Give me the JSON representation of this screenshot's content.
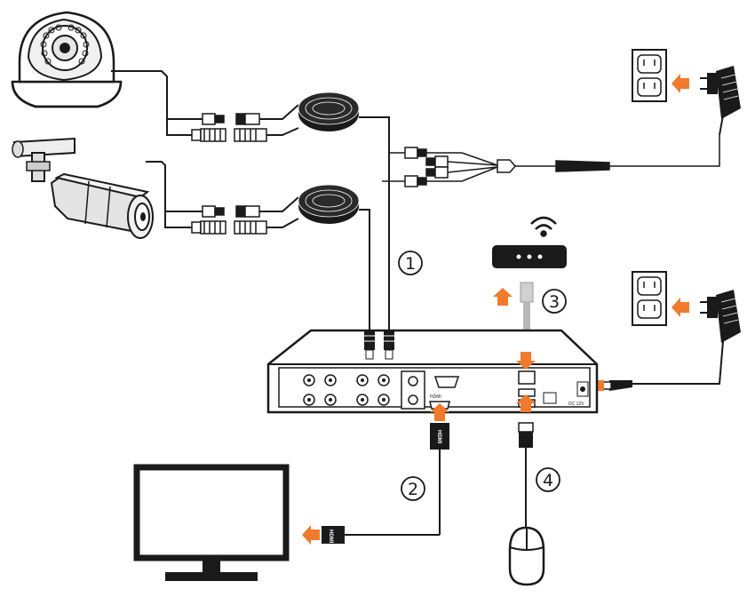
{
  "steps": [
    {
      "id": "1",
      "label": "1"
    },
    {
      "id": "2",
      "label": "2"
    },
    {
      "id": "3",
      "label": "3"
    },
    {
      "id": "4",
      "label": "4"
    }
  ],
  "connector_labels": {
    "hdmi_plug": "HDMI",
    "hdmi_plug_monitor": "HDMI",
    "hdmi_port": "HDMI",
    "dc_port": "DC 12V"
  },
  "colors": {
    "arrow": "#f07b2c",
    "line": "#1a1a1a",
    "ethernet_cable": "#b8b8b8"
  },
  "icons": [
    "dome-camera-icon",
    "bullet-camera-icon",
    "wall-outlet-icon",
    "power-adapter-icon",
    "router-icon",
    "wifi-icon",
    "dvr-icon",
    "monitor-icon",
    "mouse-icon",
    "cable-reel-icon",
    "splitter-icon"
  ]
}
